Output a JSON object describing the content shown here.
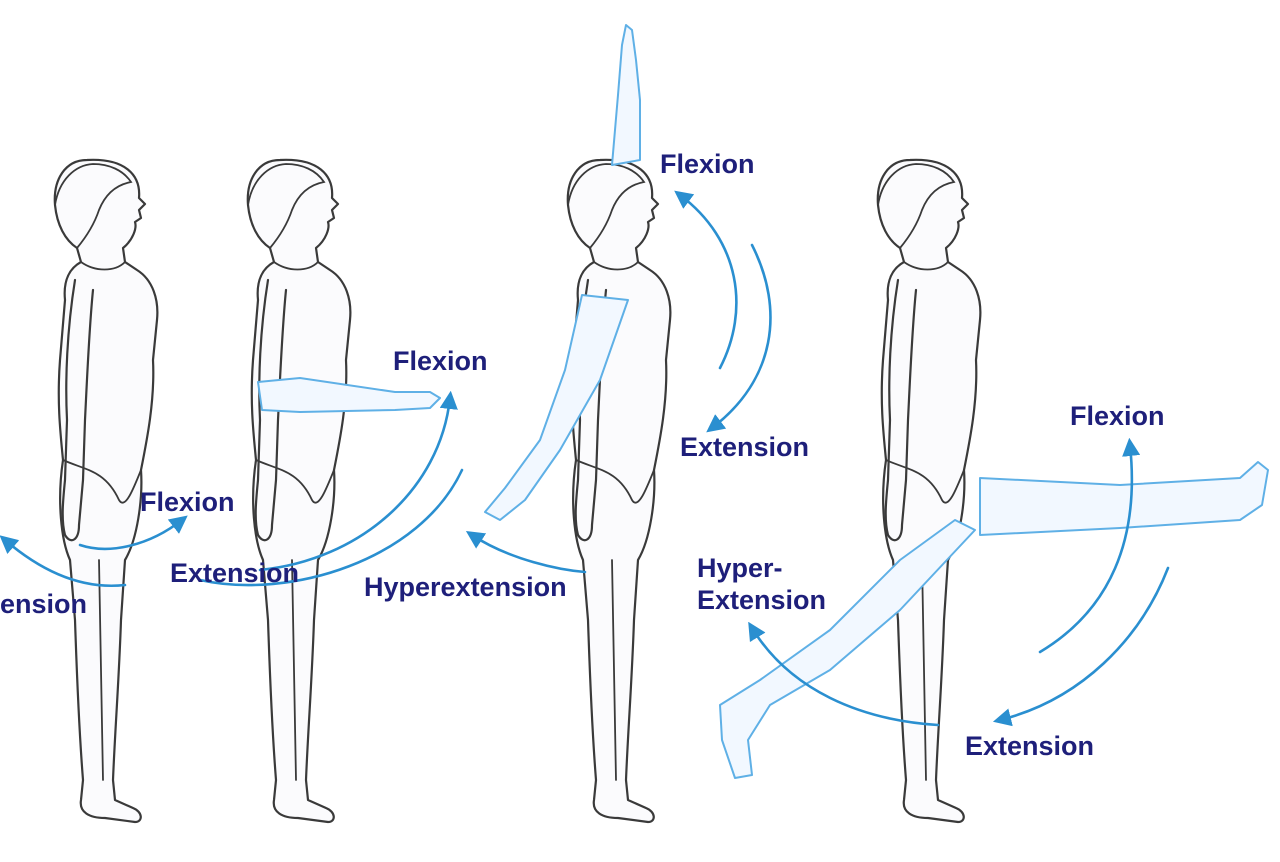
{
  "colors": {
    "label": "#1e1f7a",
    "arrow": "#2a8fd0",
    "ghost_limb": "#5fb0e6",
    "figure_outline": "#3a3a3a",
    "background": "#ffffff"
  },
  "labels": {
    "trunk_extension_partial": "ension",
    "trunk_flexion": "Flexion",
    "trunk_extension": "Extension",
    "forearm_flexion": "Flexion",
    "forearm_hyperextension": "Hyperextension",
    "shoulder_flexion": "Flexion",
    "shoulder_extension": "Extension",
    "hip_flexion": "Flexion",
    "hip_hyperextension": "Hyper-\nExtension",
    "hip_extension": "Extension"
  },
  "icons": {
    "figure": "standing-human-figure-icon",
    "arrow": "curved-arrow-icon"
  }
}
